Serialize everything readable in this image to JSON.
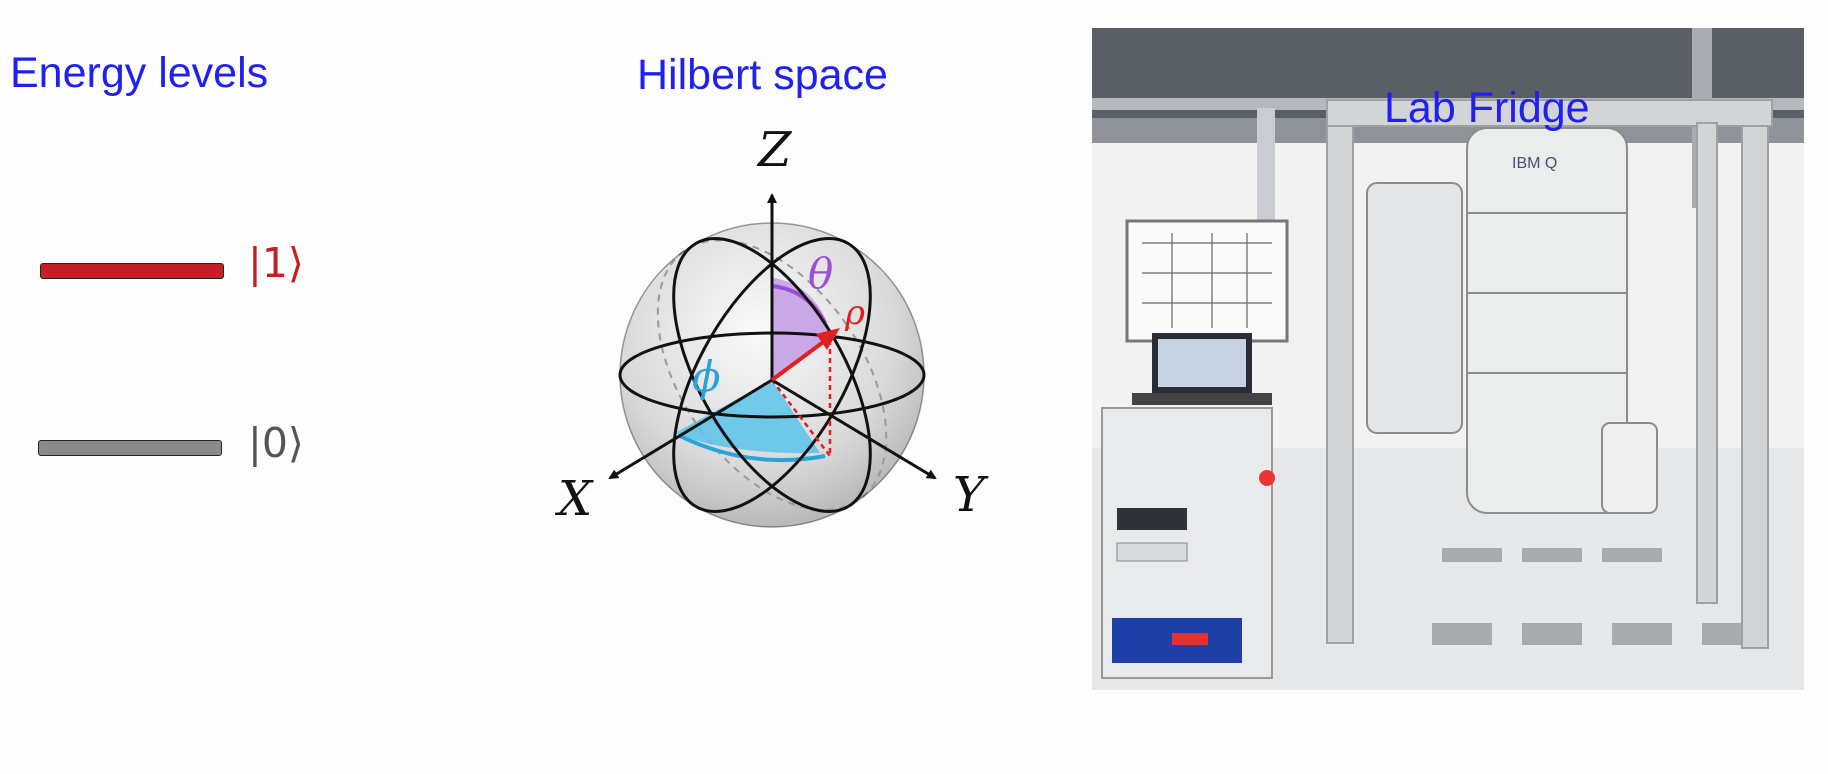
{
  "energy_panel": {
    "title": "Energy levels",
    "levels": [
      {
        "label": "|1⟩",
        "color": "#c41e26"
      },
      {
        "label": "|0⟩",
        "color": "#555555"
      }
    ],
    "bar_colors": [
      "#c41e26",
      "#8a8a8a"
    ]
  },
  "hilbert_panel": {
    "title": "Hilbert space",
    "axes": {
      "z": "Z",
      "x": "X",
      "y": "Y"
    },
    "symbols": {
      "theta": "θ",
      "phi": "ϕ",
      "rho": "ρ"
    },
    "colors": {
      "theta": "#9a4fd6",
      "phi": "#2aa3d9",
      "rho": "#e02020"
    }
  },
  "fridge_panel": {
    "label": "Lab Fridge",
    "image_label_logo": "IBM Q"
  },
  "colors": {
    "title": "#2020f0"
  }
}
